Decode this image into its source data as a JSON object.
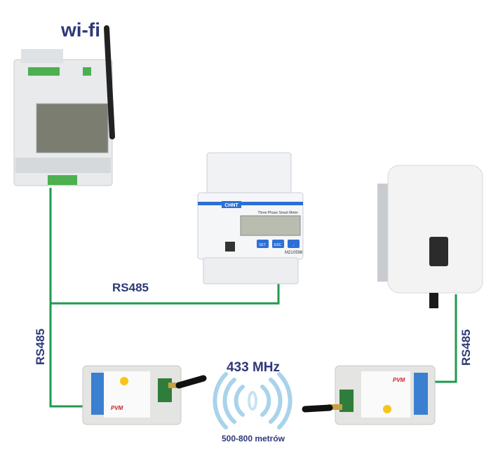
{
  "labels": {
    "wifi": "wi-fi",
    "rs485_meter": "RS485",
    "rs485_left": "RS485",
    "rs485_right": "RS485",
    "frequency": "433 MHz",
    "range": "500-800 metrów"
  },
  "meter": {
    "brand": "CHNT",
    "title": "Three Phase Smart Meter",
    "buttons": [
      "SET",
      "ESC",
      "→"
    ],
    "mark": "M21",
    "code": "0598"
  },
  "module": {
    "brand": "PVM"
  },
  "colors": {
    "wire": "#1f9a4e",
    "text": "#2e3878",
    "meter_blue": "#2d6fd6"
  }
}
